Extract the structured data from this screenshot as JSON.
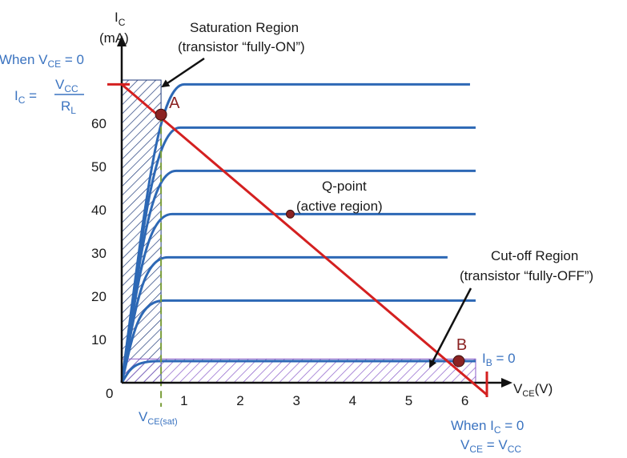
{
  "colors": {
    "curve": "#2d68b5",
    "load_line": "#d42020",
    "axis": "#111111",
    "saturation_hatch": "#1f3a7a",
    "cutoff_hatch": "#8a5cc9",
    "vcesat_line": "#7a9e3a",
    "point": "#8b2323",
    "label_blue": "#3a73c0"
  },
  "chart_data": {
    "type": "line",
    "xlim": [
      0,
      6.5
    ],
    "ylim": [
      0,
      70
    ],
    "x_ticks": [
      1,
      2,
      3,
      4,
      5,
      6
    ],
    "y_ticks": [
      10,
      20,
      30,
      40,
      50,
      60
    ],
    "origin_label": "0",
    "ylabel": {
      "main": "I",
      "sub": "C",
      "unit": "(mA)"
    },
    "xlabel": {
      "main": "V",
      "sub": "CE",
      "unit": "(V)"
    },
    "ib_curves": [
      {
        "saturation_ma": 69,
        "end_v": 6.2
      },
      {
        "saturation_ma": 59,
        "end_v": 6.3
      },
      {
        "saturation_ma": 49,
        "end_v": 6.3
      },
      {
        "saturation_ma": 39,
        "end_v": 6.3
      },
      {
        "saturation_ma": 29,
        "end_v": 5.8
      },
      {
        "saturation_ma": 19,
        "end_v": 6.3
      },
      {
        "saturation_ma": 5,
        "end_v": 6.3
      }
    ],
    "load_line": {
      "x": [
        0,
        6.5
      ],
      "y": [
        69,
        0
      ]
    },
    "vce_sat": 0.7,
    "points": [
      {
        "name": "A",
        "x": 0.7,
        "y": 62,
        "label": "A"
      },
      {
        "name": "Q",
        "x": 3.0,
        "y": 39,
        "label": ""
      },
      {
        "name": "B",
        "x": 6.0,
        "y": 5,
        "label": "B"
      }
    ],
    "cutoff_region_ma": 5.5
  },
  "labels": {
    "saturation_title": "Saturation Region",
    "saturation_sub": "(transistor “fully-ON”)",
    "qpoint_title": "Q-point",
    "qpoint_sub": "(active region)",
    "cutoff_title": "Cut-off Region",
    "cutoff_sub": "(transistor “fully-OFF”)",
    "ib_zero_main": "I",
    "ib_zero_sub": "B",
    "ib_zero_rest": " = 0",
    "left_when_main": "When V",
    "left_when_sub": "CE",
    "left_when_rest": " = 0",
    "left_ic_main": "I",
    "left_ic_sub": "C",
    "left_ic_eq": " =",
    "frac_num_main": "V",
    "frac_num_sub": "CC",
    "frac_den_main": "R",
    "frac_den_sub": "L",
    "vcesat_main": "V",
    "vcesat_sub": "CE(sat)",
    "bottom_when_main": "When I",
    "bottom_when_sub": "C",
    "bottom_when_rest": " = 0",
    "bottom_vce_main": "V",
    "bottom_vce_sub": "CE",
    "bottom_vce_rest": " = V",
    "bottom_vce_sub2": "CC"
  }
}
